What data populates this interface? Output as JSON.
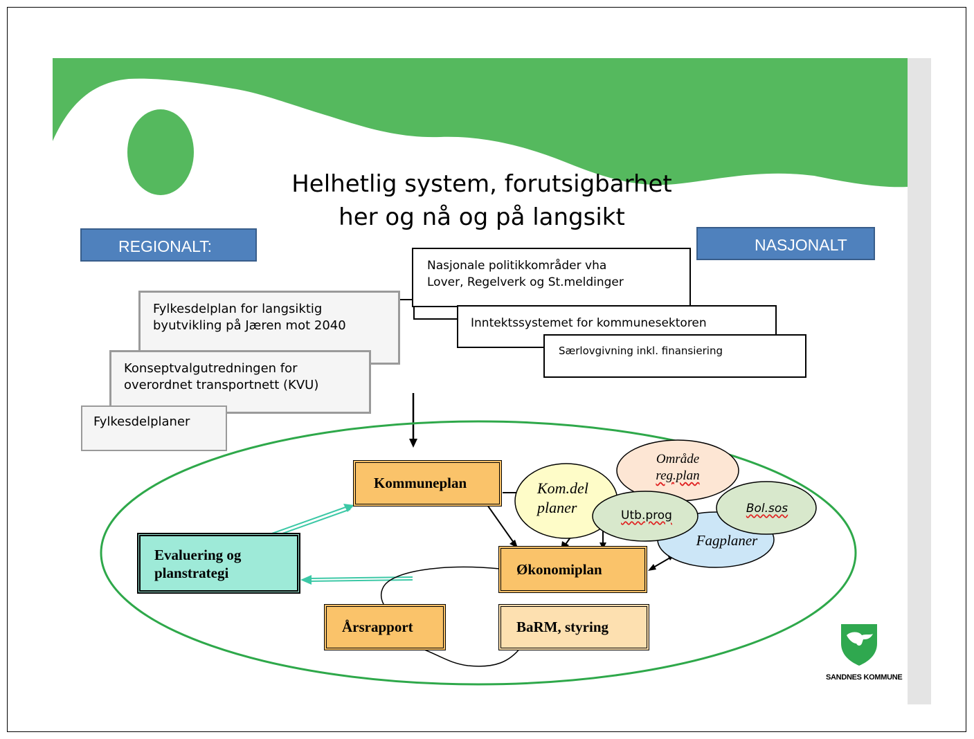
{
  "title": {
    "line1": "Helhetlig system, forutsigbarhet",
    "line2": "her og nå og på langsikt"
  },
  "tags": {
    "regional": "REGIONALT:",
    "national": "NASJONALT"
  },
  "regional_boxes": [
    {
      "line1": "Fylkesdelplan for langsiktig",
      "line2": "byutvikling på Jæren mot 2040"
    },
    {
      "line1": "Konseptvalgutredningen for",
      "line2": "overordnet transportnett (KVU)"
    },
    {
      "line1": "Fylkesdelplaner"
    }
  ],
  "national_boxes": [
    {
      "line1": "Nasjonale politikkområder vha",
      "line2": "Lover, Regelverk og St.meldinger"
    },
    {
      "line1": "Inntektssystemet for kommunesektoren"
    },
    {
      "line1": "Særlovgivning inkl. finansiering"
    }
  ],
  "cycle": {
    "kommuneplan": "Kommuneplan",
    "okonomiplan": "Økonomiplan",
    "arsrapport": "Årsrapport",
    "barm": "BaRM, styring",
    "evaluering_line1": "Evaluering og",
    "evaluering_line2": "planstrategi"
  },
  "bubbles": {
    "omrade_line1": "Område",
    "omrade_line2": "reg.plan",
    "komdel_line1": "Kom.del",
    "komdel_line2": "planer",
    "utbprog": "Utb.prog",
    "bolsos": "Bol.sos",
    "fagplaner": "Fagplaner"
  },
  "logo": {
    "text": "SANDNES KOMMUNE"
  },
  "colors": {
    "green": "#55b95e",
    "blue_tag": "#4f81bd",
    "orange": "#fac36a",
    "teal": "#9eead8",
    "ellipse": "#2ea84a"
  }
}
